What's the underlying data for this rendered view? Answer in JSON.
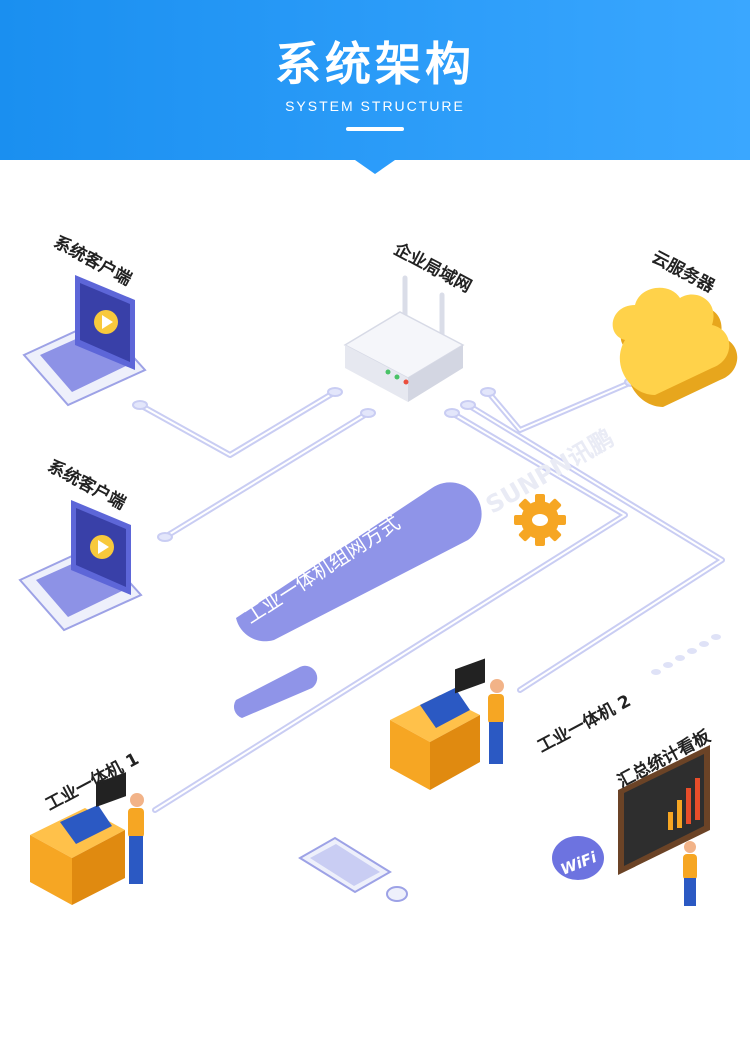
{
  "header": {
    "title": "系统架构",
    "subtitle": "SYSTEM STRUCTURE"
  },
  "labels": {
    "client_top": "系统客户端",
    "client_bottom": "系统客户端",
    "lan": "企业局域网",
    "cloud": "云服务器",
    "center": "工业一体机组网方式",
    "machine1": "工业一体机 1",
    "machine2": "工业一体机 2",
    "board": "汇总统计看板",
    "watermark": "SUNPN讯鹏",
    "wifi": "WiFi"
  },
  "colors": {
    "header": "#1a8ff0",
    "line": "#c9cdf3",
    "pill": "#8f94e8",
    "machine": "#f6a623",
    "cloud": "#ffd24a"
  }
}
